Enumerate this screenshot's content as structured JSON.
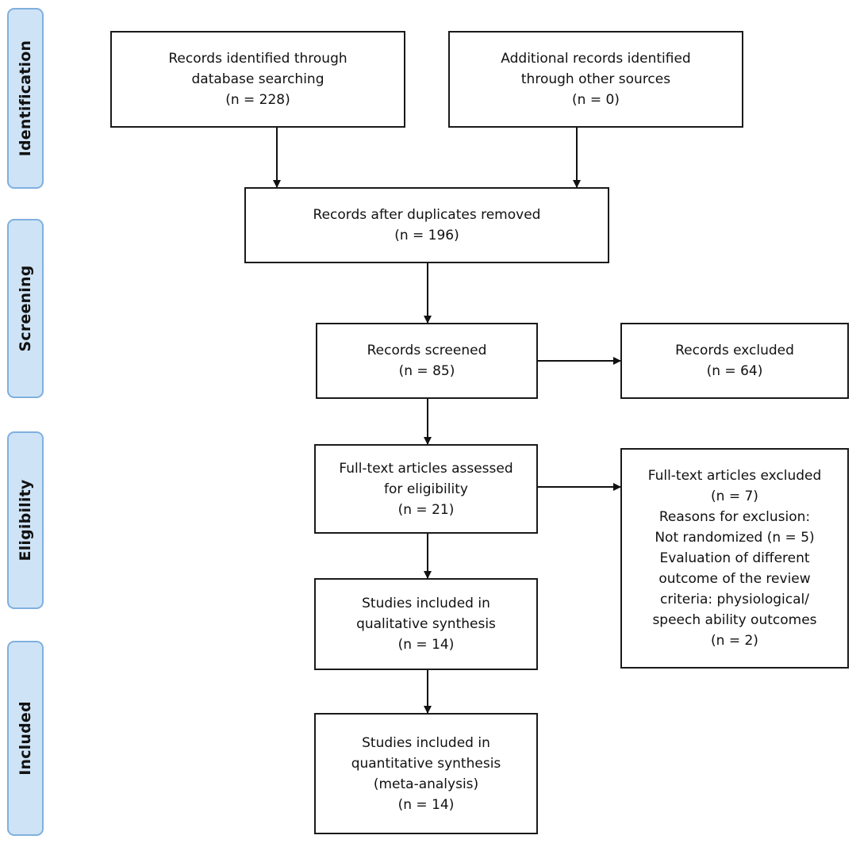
{
  "stages": {
    "identification": "Identification",
    "screening": "Screening",
    "eligibility": "Eligibility",
    "included": "Included"
  },
  "boxes": {
    "db_search": {
      "line1": "Records identified through",
      "line2": "database searching",
      "count": "(n = 228)"
    },
    "other_sources": {
      "line1": "Additional records identified",
      "line2": "through other sources",
      "count": "(n = 0)"
    },
    "after_duplicates": {
      "line1": "Records after duplicates removed",
      "count": "(n = 196)"
    },
    "screened": {
      "line1": "Records screened",
      "count": "(n = 85)"
    },
    "excluded": {
      "line1": "Records excluded",
      "count": "(n = 64)"
    },
    "fulltext_assessed": {
      "line1": "Full-text articles assessed",
      "line2": "for eligibility",
      "count": "(n = 21)"
    },
    "fulltext_excluded": {
      "line1": "Full-text articles excluded",
      "count1": "(n = 7)",
      "line2": "Reasons for exclusion:",
      "line3": "Not randomized (n = 5)",
      "line4": "Evaluation of different",
      "line5": "outcome of the review",
      "line6": "criteria: physiological/",
      "line7": "speech ability outcomes",
      "count2": "(n = 2)"
    },
    "qualitative": {
      "line1": "Studies included in",
      "line2": "qualitative synthesis",
      "count": "(n = 14)"
    },
    "quantitative": {
      "line1": "Studies included in",
      "line2": "quantitative synthesis",
      "line3": "(meta-analysis)",
      "count": "(n = 14)"
    }
  }
}
